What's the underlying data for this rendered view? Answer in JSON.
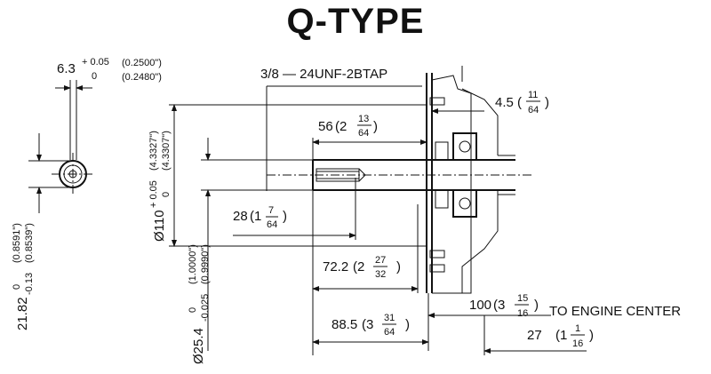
{
  "title": "Q-TYPE",
  "keyway": {
    "width_nominal": "6.3",
    "width_tol_plus": "+ 0.05",
    "width_tol_minus": "0",
    "width_in_max": "(0.2500\")",
    "width_in_min": "(0.2480\")",
    "depth_nominal": "21.82",
    "depth_tol_upper": "0",
    "depth_tol_lower": "-0.13",
    "depth_in_max": "(0.8591\")",
    "depth_in_min": "(0.8539\")"
  },
  "thread": {
    "label": "3/8 — 24UNF-2BTAP"
  },
  "pilot": {
    "nominal": "Ø110",
    "tol_plus": "+ 0.05",
    "tol_minus": "0",
    "in_max": "(4.3327\")",
    "in_min": "(4.3307\")"
  },
  "shaft_dia": {
    "nominal": "Ø25.4",
    "tol_upper": "0",
    "tol_lower": "-0.025",
    "in_max": "(1.0000\")",
    "in_min": "(0.9990\")"
  },
  "dims": {
    "d56": {
      "mm": "56",
      "in_whole": "(2",
      "num": "13",
      "den": "64",
      "close": ")"
    },
    "d28": {
      "mm": "28",
      "in_whole": "(1",
      "num": "7",
      "den": "64",
      "close": ")"
    },
    "d4_5": {
      "mm": "4.5",
      "in_whole": "(",
      "num": "11",
      "den": "64",
      "close": ")"
    },
    "d72_2": {
      "mm": "72.2",
      "in_whole": "(2",
      "num": "27",
      "den": "32",
      "close": ")"
    },
    "d88_5": {
      "mm": "88.5",
      "in_whole": "(3",
      "num": "31",
      "den": "64",
      "close": ")"
    },
    "d100": {
      "mm": "100",
      "in_whole": "(3",
      "num": "15",
      "den": "16",
      "close": ")",
      "note": "TO ENGINE CENTER"
    },
    "d27": {
      "mm": "27",
      "in_whole": "(1",
      "num": "1",
      "den": "16",
      "close": ")"
    }
  }
}
